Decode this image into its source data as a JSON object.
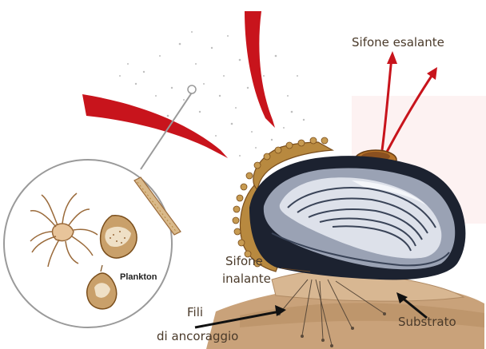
{
  "labels": {
    "sifone_esalante": "Sifone esalante",
    "sifone_inalante_line1": "Sifone",
    "sifone_inalante_line2": "inalante",
    "fili_line1": "Fili",
    "fili_line2": "di ancoraggio",
    "substrato": "Substrato",
    "plankton": "Plankton"
  },
  "colors": {
    "current_arrows": "#c8141c",
    "shell_dark": "#1c2230",
    "shell_light": "#eef0f6",
    "substrate": "#c9a27a",
    "label_text": "#4a3a2a"
  }
}
